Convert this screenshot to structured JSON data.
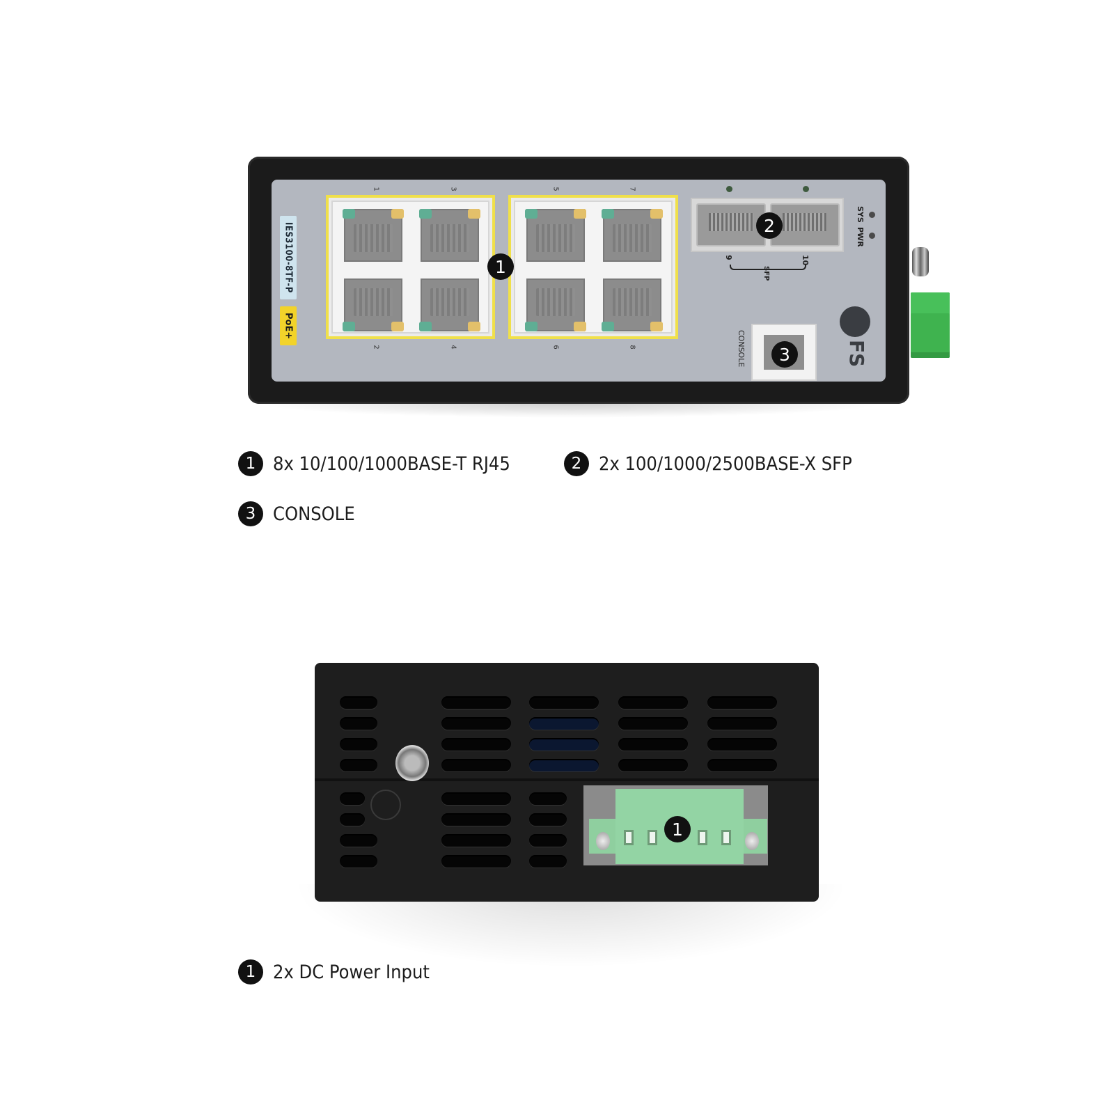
{
  "front_panel": {
    "model_label": "IES3100-8TF-P",
    "poe_label": "PoE+",
    "rj45_ports": {
      "top_numbers": [
        "1",
        "3",
        "5",
        "7"
      ],
      "bottom_numbers": [
        "2",
        "4",
        "6",
        "8"
      ]
    },
    "sfp": {
      "port_numbers": [
        "9",
        "10"
      ],
      "group_label": "SFP"
    },
    "status_leds": [
      "SYS",
      "PWR"
    ],
    "console_label": "CONSOLE",
    "brand": "FS",
    "callouts": [
      "1",
      "2",
      "3"
    ],
    "colors": {
      "case": "#1b1b1b",
      "plate": "#b3b7bf",
      "poe_frame": "#f0e04a",
      "led_link": "#5fae94",
      "led_act": "#e3c06a",
      "terminal_block": "#3fb34f"
    }
  },
  "front_legend": [
    {
      "number": "1",
      "text": "8x 10/100/1000BASE-T RJ45"
    },
    {
      "number": "2",
      "text": "2x 100/1000/2500BASE-X SFP"
    },
    {
      "number": "3",
      "text": "CONSOLE"
    }
  ],
  "rear_panel": {
    "callouts": [
      "1"
    ],
    "colors": {
      "case": "#1e1e1e",
      "power_connector": "#93d4a4"
    }
  },
  "rear_legend": [
    {
      "number": "1",
      "text": "2x DC Power Input"
    }
  ]
}
